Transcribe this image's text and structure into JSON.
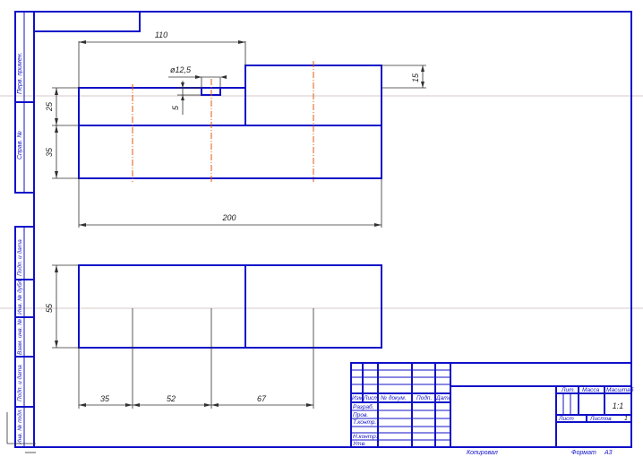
{
  "dimensions": {
    "total_length": "200",
    "upper_length": "110",
    "hole_diameter": "ø12,5",
    "hole_offset": "5",
    "left_height_upper": "25",
    "left_height_lower": "35",
    "step_height": "15",
    "side_height": "55",
    "pos_1": "35",
    "pos_2": "52",
    "pos_3": "67"
  },
  "side_labels": {
    "perv_primen": "Перв. примен.",
    "sprav": "Справ. №",
    "podp_data_1": "Подп. и дата",
    "inv_dubl": "Инв. № дубл.",
    "vzam_inv": "Взам. инв. №",
    "podp_data_2": "Подп. и дата",
    "inv_podl": "Инв. № подл."
  },
  "title_block": {
    "izm": "Изм",
    "list_col": "Лист",
    "n_dokum": "№ докум.",
    "podp": "Подп.",
    "data": "Дата",
    "razrab": "Разраб.",
    "prov": "Пров.",
    "t_kontr": "Т.контр.",
    "n_kontr": "Н.контр.",
    "utv": "Утв.",
    "lit": "Лит.",
    "massa": "Масса",
    "masshtab": "Масштаб",
    "scale_value": "1:1",
    "sheet_label": "Лист",
    "sheets_label": "Листов",
    "sheets_value": "1"
  },
  "footer": {
    "kopiroval": "Копировал",
    "format_label": "Формат",
    "format_value": "А3"
  }
}
